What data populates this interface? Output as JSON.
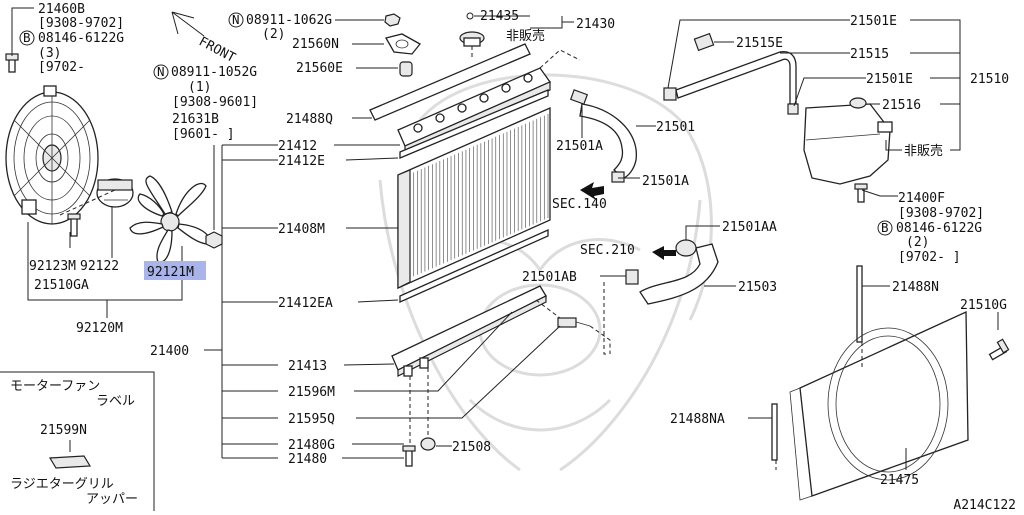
{
  "diagram": {
    "code": "A214C122",
    "front_label": "FRONT",
    "highlight_color": "#a9b4ea",
    "labels": {
      "p21460B": "21460B",
      "r9308_9702a": "[9308-9702]",
      "b_08146_6122G_a": "08146-6122G",
      "q3": "(3)",
      "r9702a": "[9702-",
      "n_08911_1062G": "08911-1062G",
      "q2a": "(2)",
      "p21560N": "21560N",
      "p21560E": "21560E",
      "n_08911_1052G": "08911-1052G",
      "q1": "(1)",
      "r9308_9601": "[9308-9601]",
      "p21631B": "21631B",
      "r9601": "[9601-  ]",
      "p21488Q": "21488Q",
      "p21412": "21412",
      "p21412E": "21412E",
      "p21408M": "21408M",
      "p21412EA": "21412EA",
      "p21400": "21400",
      "p21413": "21413",
      "p21596M": "21596M",
      "p21595Q": "21595Q",
      "p21480G": "21480G",
      "p21480": "21480",
      "p21508": "21508",
      "p21435": "21435",
      "p21430": "21430",
      "not_for_sale_a": "非販売",
      "p21501A_a": "21501A",
      "p21501A_b": "21501A",
      "p21501": "21501",
      "sec140": "SEC.140",
      "sec210": "SEC.210",
      "p21501AA": "21501AA",
      "p21501AB": "21501AB",
      "p21503": "21503",
      "p21501E_a": "21501E",
      "p21515E": "21515E",
      "p21515": "21515",
      "p21501E_b": "21501E",
      "p21510": "21510",
      "p21516": "21516",
      "not_for_sale_b": "非販売",
      "p21400F": "21400F",
      "r9308_9702b": "[9308-9702]",
      "b_08146_6122G_b": "08146-6122G",
      "q2b": "(2)",
      "r9702b": "[9702-     ]",
      "p21488N": "21488N",
      "p21510G": "21510G",
      "p21488NA": "21488NA",
      "p21475": "21475",
      "p92123M": "92123M",
      "p92122": "92122",
      "p92121M": "92121M",
      "p21510GA": "21510GA",
      "p92120M": "92120M",
      "motor_fan_label_1": "モーターファン",
      "motor_fan_label_2": "ラベル",
      "p21599N": "21599N",
      "grille_label_1": "ラジエターグリル",
      "grille_label_2": "アッパー",
      "circ_b": "B",
      "circ_n": "N"
    }
  }
}
